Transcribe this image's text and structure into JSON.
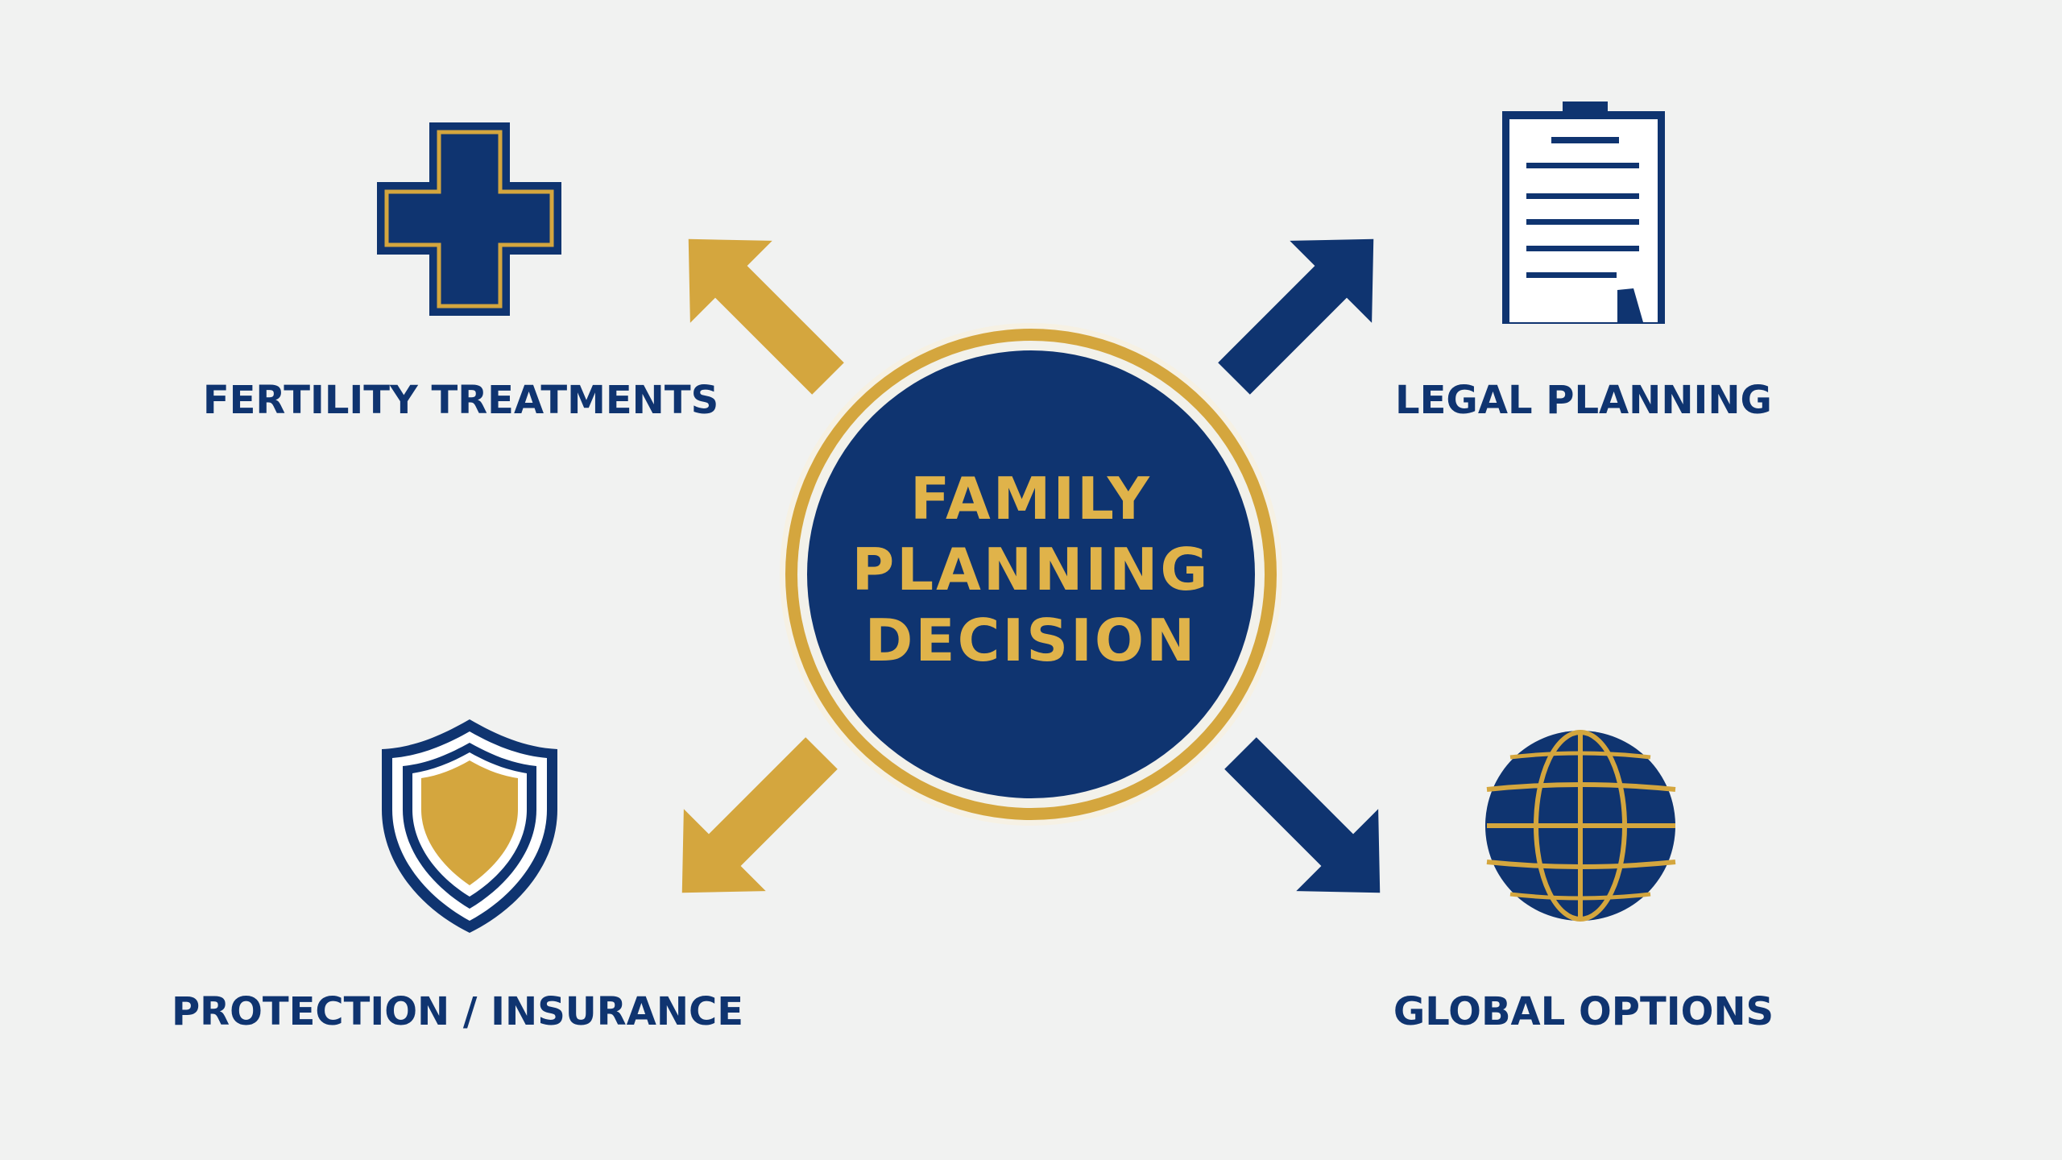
{
  "center": {
    "lines": [
      "FAMILY",
      "PLANNING",
      "DECISION"
    ]
  },
  "nodes": {
    "fertility": {
      "label": "FERTILITY TREATMENTS",
      "icon": "medical-cross-icon",
      "arrow_color": "#d4a63e"
    },
    "legal": {
      "label": "LEGAL PLANNING",
      "icon": "clipboard-document-icon",
      "arrow_color": "#0f3470"
    },
    "protection": {
      "label": "PROTECTION / INSURANCE",
      "icon": "shield-icon",
      "arrow_color": "#d4a63e"
    },
    "global": {
      "label": "GLOBAL OPTIONS",
      "icon": "globe-icon",
      "arrow_color": "#0f3470"
    }
  },
  "colors": {
    "navy": "#0f3470",
    "gold": "#d4a63e",
    "background": "#f1f2f1",
    "paper": "#ffffff"
  }
}
